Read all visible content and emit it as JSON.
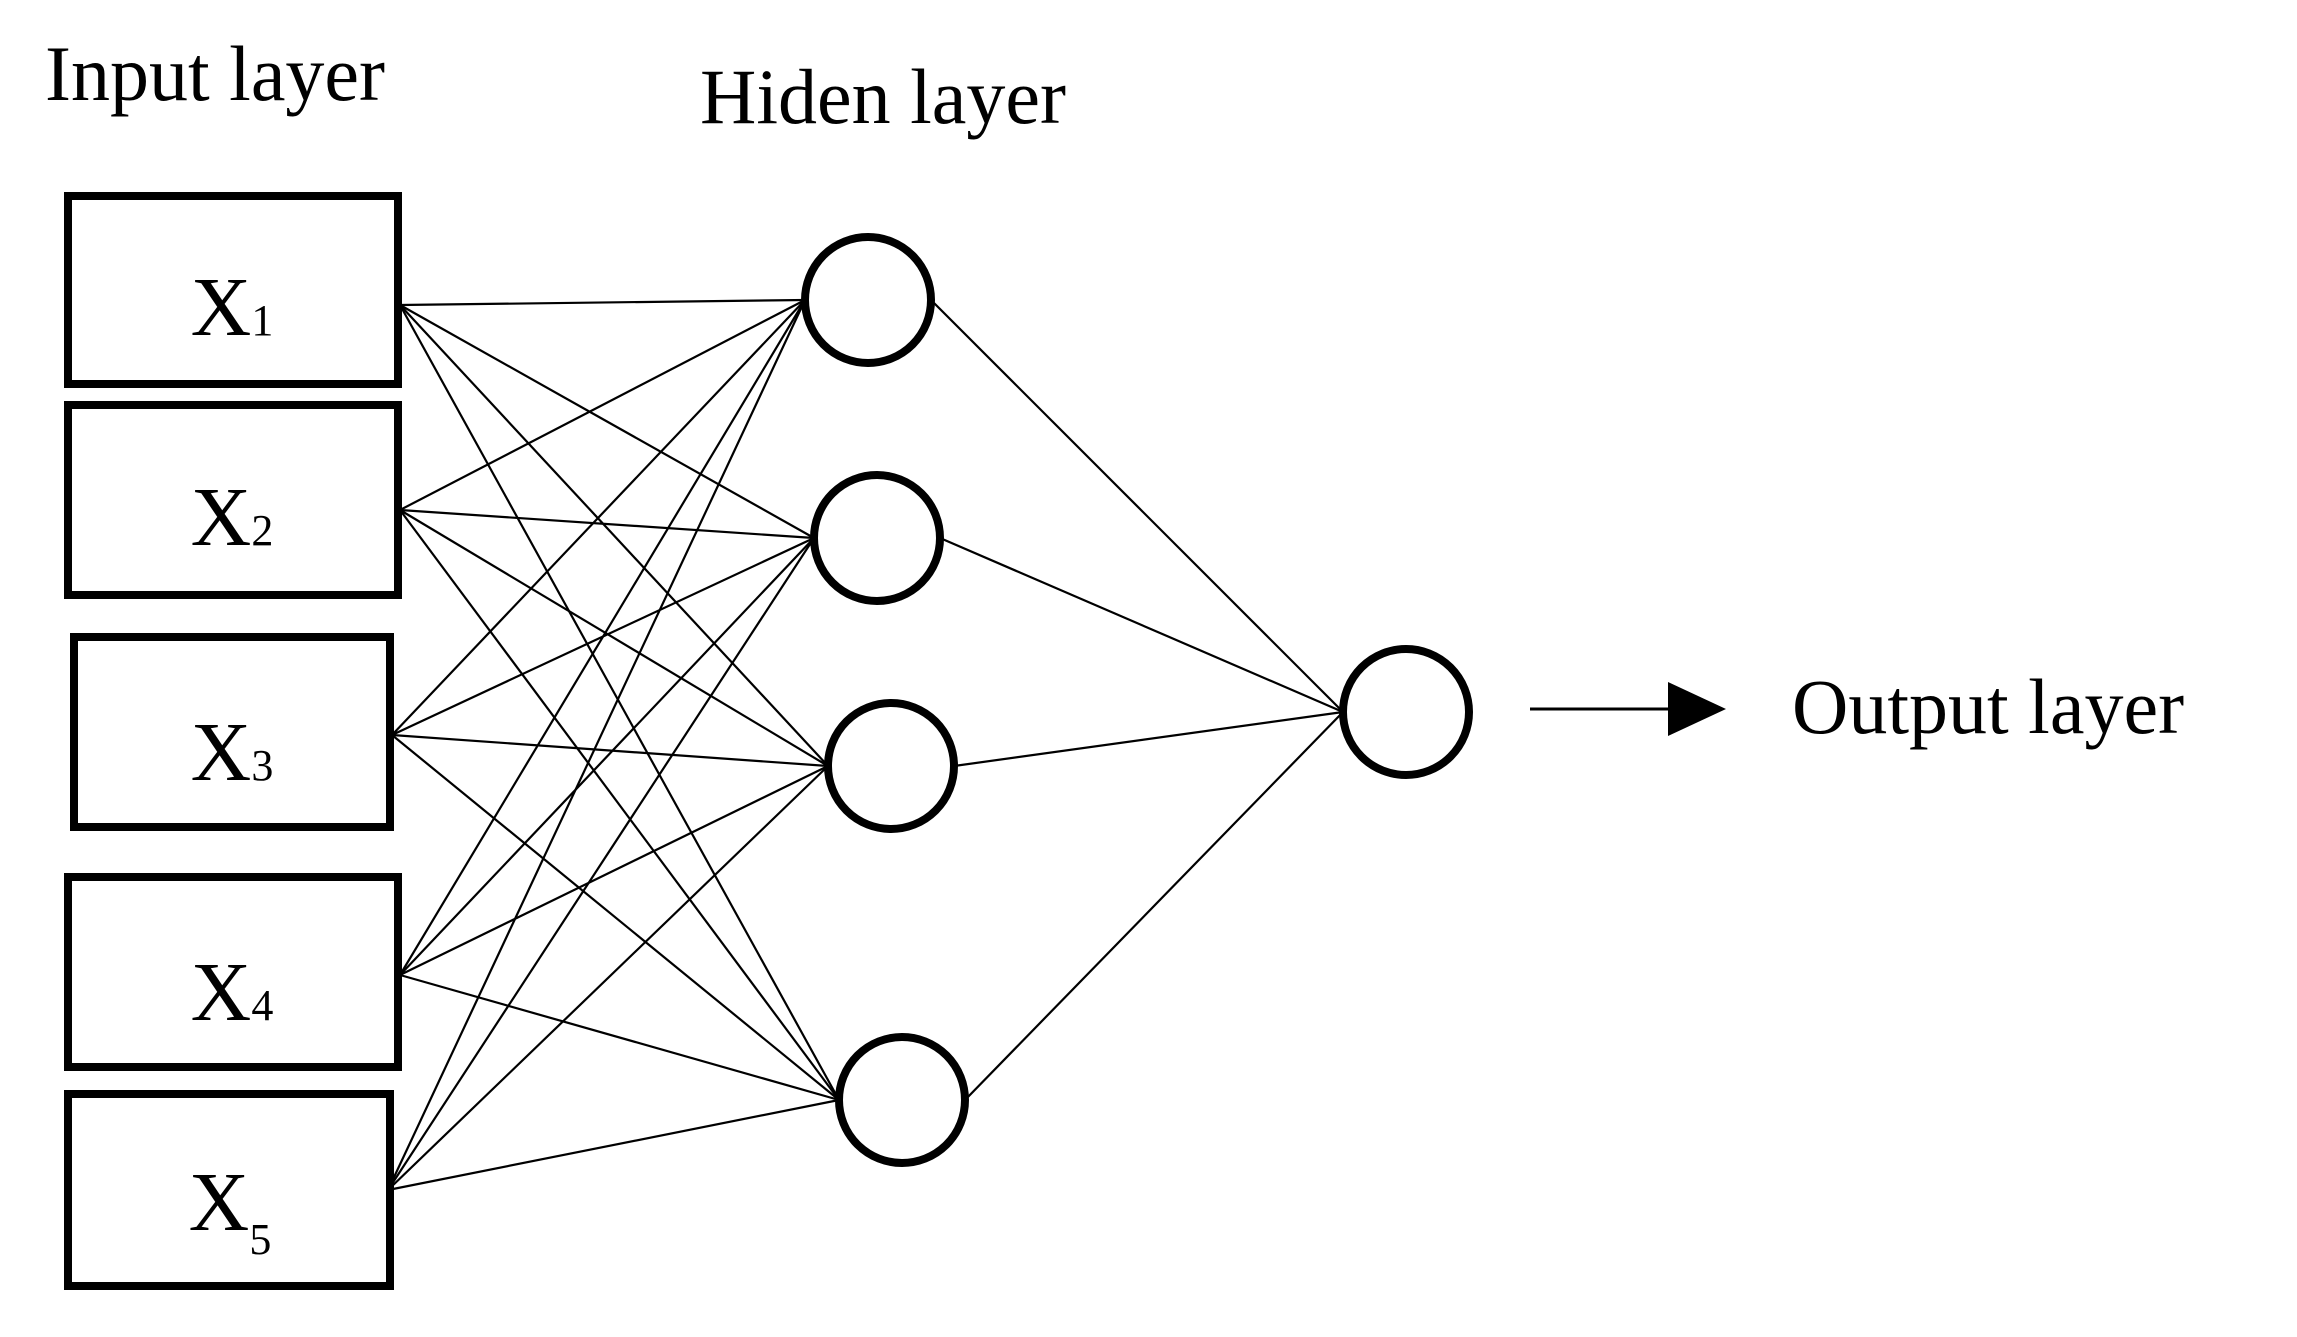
{
  "labels": {
    "input_layer": "Input layer",
    "hidden_layer": "Hiden layer",
    "output_layer": "Output layer"
  },
  "inputs": [
    {
      "var": "X",
      "sub": "1"
    },
    {
      "var": "X",
      "sub": "2"
    },
    {
      "var": "X",
      "sub": "3"
    },
    {
      "var": "X",
      "sub": "4"
    },
    {
      "var": "X",
      "sub": "5"
    }
  ],
  "hidden_count": 4,
  "output_count": 1,
  "colors": {
    "stroke": "#000000",
    "background": "#ffffff"
  }
}
